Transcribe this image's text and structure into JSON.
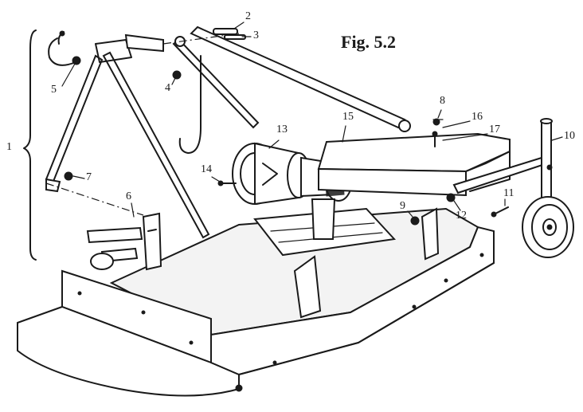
{
  "figure": {
    "title": "Fig. 5.2",
    "callouts": [
      "1",
      "2",
      "3",
      "4",
      "5",
      "6",
      "7",
      "8",
      "9",
      "10",
      "11",
      "12",
      "13",
      "14",
      "15",
      "16",
      "17"
    ]
  }
}
